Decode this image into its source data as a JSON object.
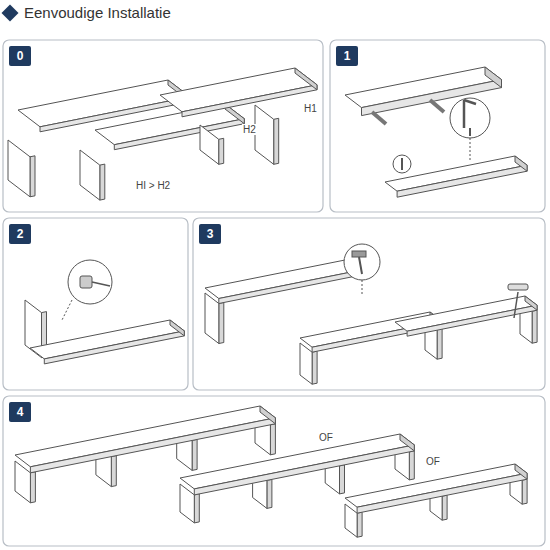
{
  "diagram": {
    "title": "Eenvoudige Installatie",
    "nodes": [
      {
        "text": [
          "0"
        ]
      },
      {
        "text": [
          "1"
        ]
      },
      {
        "text": [
          "2"
        ]
      },
      {
        "text": [
          "3"
        ]
      },
      {
        "text": [
          "4"
        ]
      }
    ],
    "labels": [
      "H1",
      "H2",
      "HI > H2",
      "OF",
      "OF"
    ]
  }
}
